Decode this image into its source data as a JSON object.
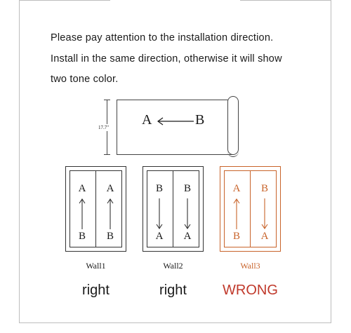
{
  "instructions": {
    "line1": "Please pay attention to the installation direction.",
    "line2": "Install in the same direction, otherwise it will show",
    "line3": "two tone color."
  },
  "roll": {
    "left_letter": "A",
    "right_letter": "B",
    "height_label": "17.7\"",
    "arrow_direction": "right-to-left"
  },
  "walls": [
    {
      "name": "Wall1",
      "verdict": "right",
      "panels": [
        {
          "top": "A",
          "bottom": "B",
          "arrow": "up"
        },
        {
          "top": "A",
          "bottom": "B",
          "arrow": "up"
        }
      ]
    },
    {
      "name": "Wall2",
      "verdict": "right",
      "panels": [
        {
          "top": "B",
          "bottom": "A",
          "arrow": "down"
        },
        {
          "top": "B",
          "bottom": "A",
          "arrow": "down"
        }
      ]
    },
    {
      "name": "Wall3",
      "verdict": "WRONG",
      "panels": [
        {
          "top": "A",
          "bottom": "B",
          "arrow": "up"
        },
        {
          "top": "B",
          "bottom": "A",
          "arrow": "down"
        }
      ]
    }
  ],
  "colors": {
    "frame": "#bdbdbd",
    "wrong_wall": "#c8632a",
    "wrong_text": "#c0392b"
  }
}
